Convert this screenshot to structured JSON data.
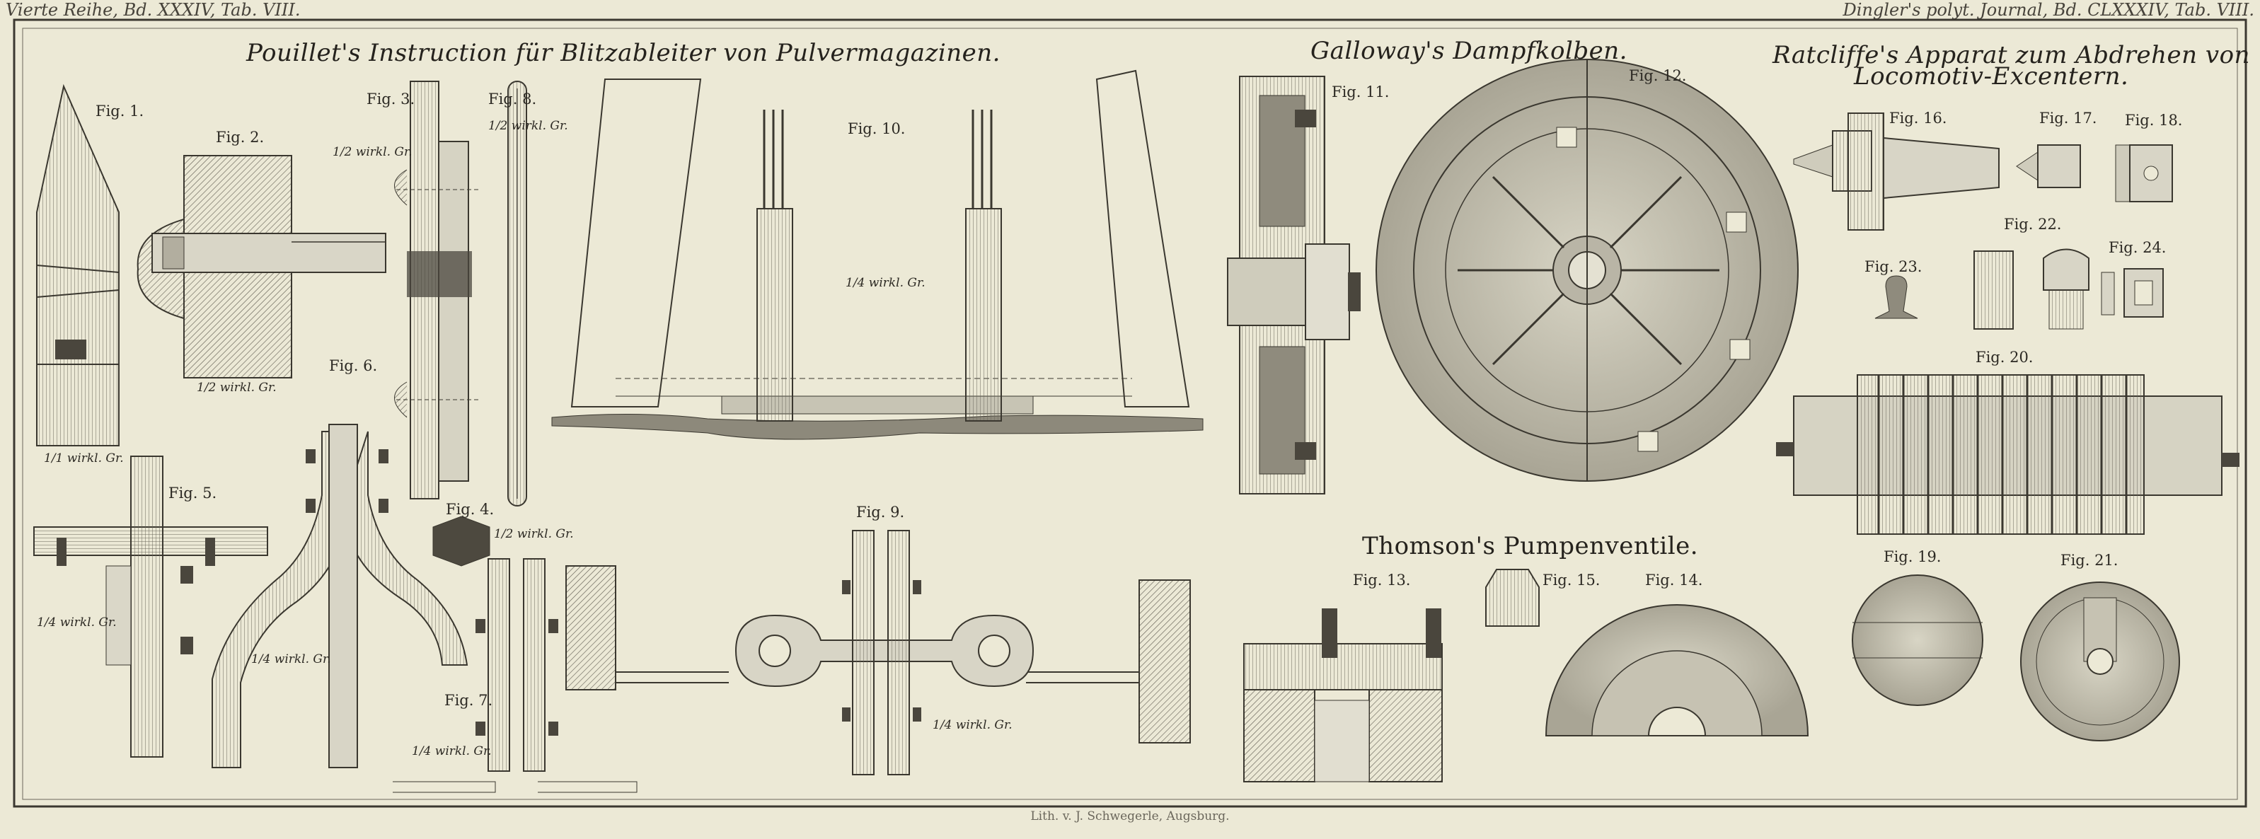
{
  "header": {
    "left": "Vierte Reihe, Bd. XXXIV, Tab. VIII.",
    "right": "Dingler's polyt. Journal, Bd. CLXXXIV, Tab. VIII."
  },
  "sections": {
    "pouillet": "Pouillet's Instruction für Blitzableiter von Pulvermagazinen.",
    "galloway": "Galloway's Dampfkolben.",
    "ratcliffe_1": "Ratcliffe's Apparat zum Abdrehen von",
    "ratcliffe_2": "Locomotiv-Excentern.",
    "thomson": "Thomson's Pumpenventile."
  },
  "figures": {
    "f1": "Fig. 1.",
    "f2": "Fig. 2.",
    "f3": "Fig. 3.",
    "f4": "Fig. 4.",
    "f5": "Fig. 5.",
    "f6": "Fig. 6.",
    "f7": "Fig. 7.",
    "f8": "Fig. 8.",
    "f9": "Fig. 9.",
    "f10": "Fig. 10.",
    "f11": "Fig. 11.",
    "f12": "Fig. 12.",
    "f13": "Fig. 13.",
    "f14": "Fig. 14.",
    "f15": "Fig. 15.",
    "f16": "Fig. 16.",
    "f17": "Fig. 17.",
    "f18": "Fig. 18.",
    "f19": "Fig. 19.",
    "f20": "Fig. 20.",
    "f21": "Fig. 21.",
    "f22": "Fig. 22.",
    "f23": "Fig. 23.",
    "f24": "Fig. 24."
  },
  "scales": {
    "s1": "1/1 wirkl. Gr.",
    "s2": "1/2 wirkl. Gr.",
    "s3": "1/2 wirkl. Gr.",
    "s4": "1/2 wirkl. Gr.",
    "s5": "1/4 wirkl. Gr.",
    "s6": "1/4 wirkl. Gr.",
    "s7": "1/4 wirkl. Gr.",
    "s8": "1/2 wirkl. Gr.",
    "s9": "1/4 wirkl. Gr.",
    "s10": "1/4 wirkl. Gr."
  },
  "credit": "Lith. v. J. Schwegerle, Augsburg."
}
